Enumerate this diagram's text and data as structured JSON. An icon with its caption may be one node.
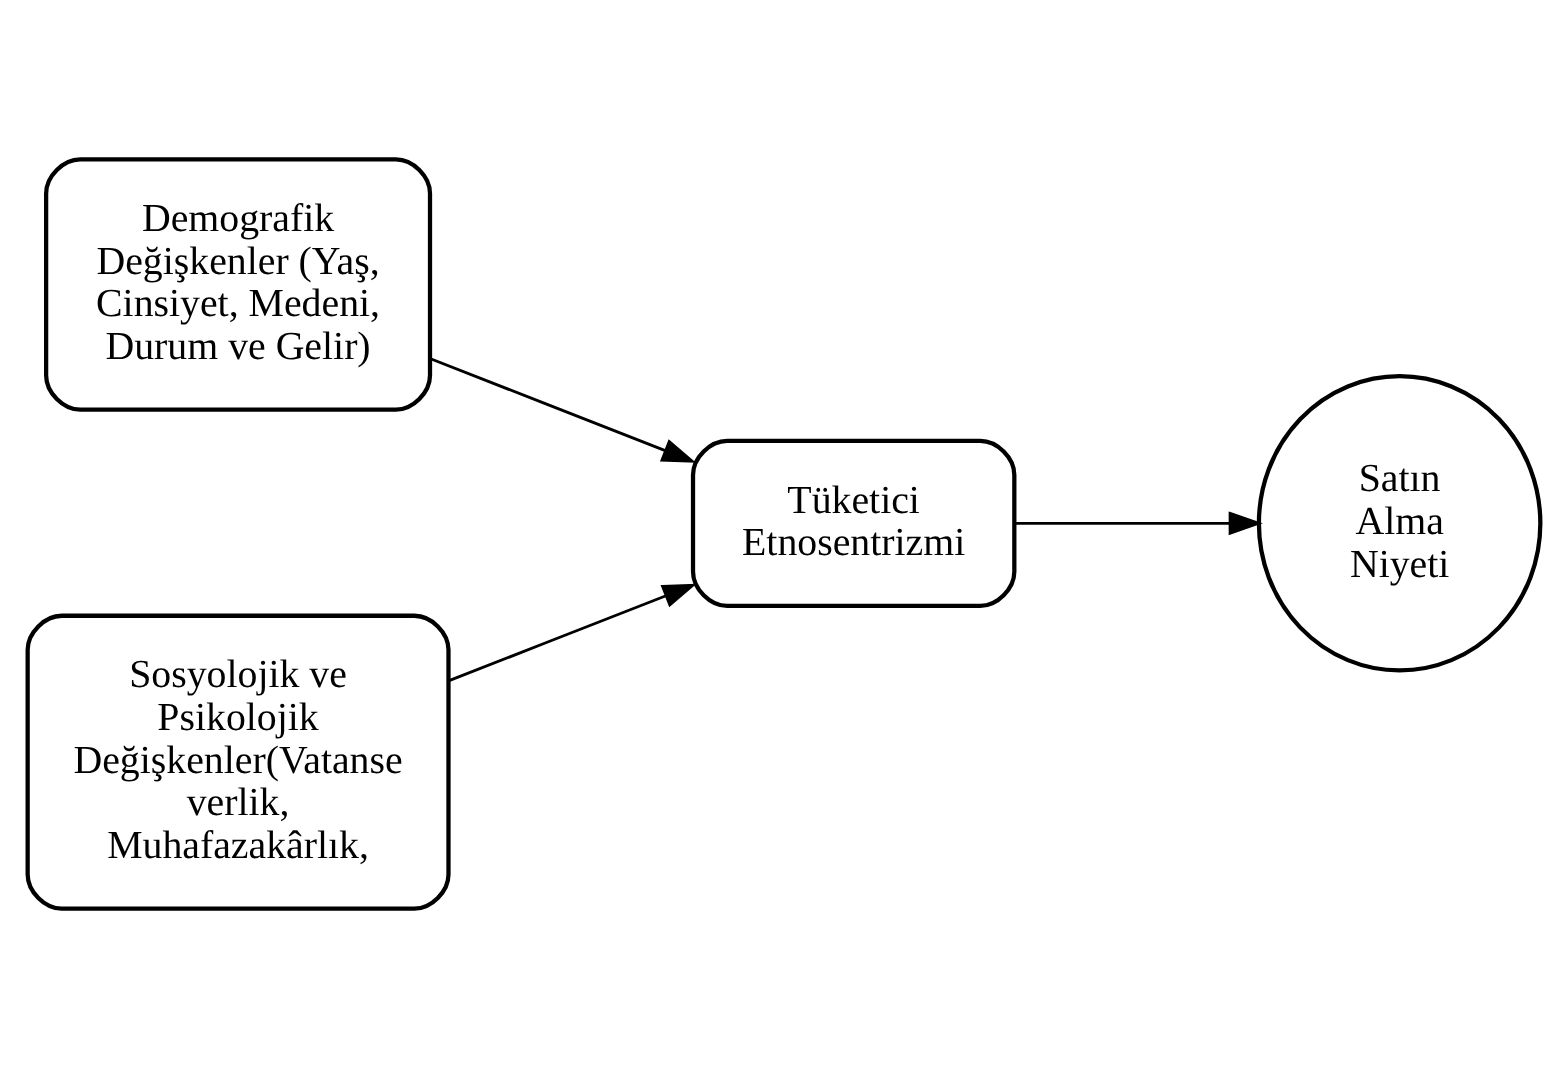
{
  "diagram": {
    "nodes": [
      {
        "text": [
          "Demografik Değişkenler (Yaş, Cinsiyet, Medeni, Durum ve Gelir)"
        ]
      },
      {
        "text": [
          "Sosyolojik ve Psikolojik Değişkenler(Vatanse verlik, Muhafazakârlık,"
        ]
      },
      {
        "text": [
          "Tüketici Etnosentrizmi"
        ]
      },
      {
        "text": [
          "Satın Alma Niyeti"
        ]
      }
    ],
    "edges": [
      {
        "from": 0,
        "to": 2,
        "arrow": "to"
      },
      {
        "from": 1,
        "to": 2,
        "arrow": "to"
      },
      {
        "from": 2,
        "to": 3,
        "arrow": "to"
      }
    ]
  }
}
